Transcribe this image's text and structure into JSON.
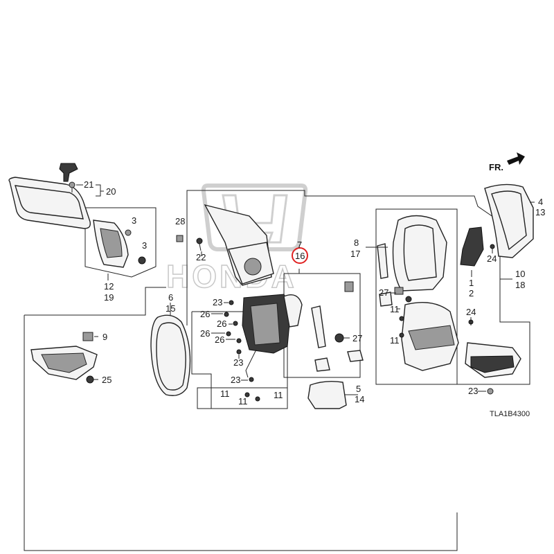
{
  "diagram": {
    "code": "TLA1B4300",
    "direction_label": "FR.",
    "watermark": "HONDA",
    "highlighted_callout": "16",
    "callouts": {
      "c20": "20",
      "c21": "21",
      "c3a": "3",
      "c3b": "3",
      "c12": "12",
      "c19": "19",
      "c28": "28",
      "c22": "22",
      "c7": "7",
      "c16": "16",
      "c6": "6",
      "c15": "15",
      "c9": "9",
      "c25": "25",
      "c23a": "23",
      "c26a": "26",
      "c26b": "26",
      "c26c": "26",
      "c26d": "26",
      "c23b": "23",
      "c27a": "27",
      "c23c": "23",
      "c11a": "11",
      "c11b": "11",
      "c11c": "11",
      "c5": "5",
      "c14": "14",
      "c8": "8",
      "c17": "17",
      "c1": "1",
      "c2": "2",
      "c24a": "24",
      "c4": "4",
      "c13": "13",
      "c10": "10",
      "c18": "18",
      "c27b": "27",
      "c11d": "11",
      "c11e": "11",
      "c24b": "24",
      "c23d": "23"
    }
  }
}
